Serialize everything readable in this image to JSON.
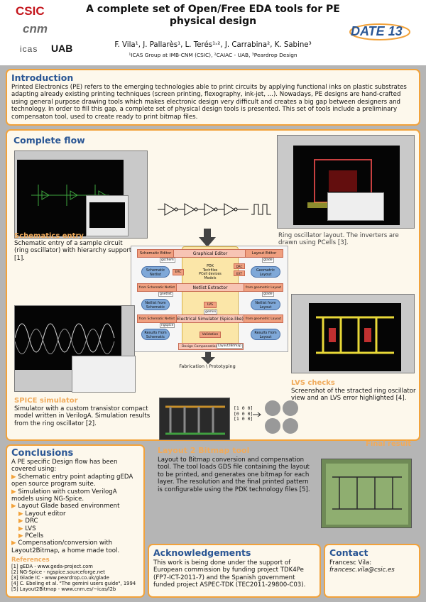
{
  "header": {
    "logos": [
      "CSIC",
      "cnm",
      "icas",
      "UAB",
      "DATE 13"
    ],
    "title_line1": "A complete set of Open/Free EDA tools for PE",
    "title_line2": "physical design",
    "authors": "F. Vila¹, J. Pallarès¹, L. Terés¹˒², J. Carrabina², K. Sabine³",
    "affiliations": "¹ICAS Group at IMB-CNM (CSIC), ²CAIAC - UAB, ³Peardrop Design"
  },
  "intro": {
    "title": "Introduction",
    "text": "Printed Electronics (PE) refers to the emerging technologies able to print circuits by applying functional inks on plastic substrates adapting already existing printing techniques (screen printing, flexography, ink-jet, ...). Nowadays, PE designs are hand-crafted using general purpose drawing tools which makes electronic design very difficult and creates a big gap between designers and technology. In order to fill this gap, a complete set of physical design tools is presented. This set of tools include a preliminary compensaton tool, used to create ready to print bitmap files."
  },
  "flow": {
    "title": "Complete flow",
    "schematics_title": "Schematics entry",
    "schematics_text": "Schematic entry of a sample circuit (ring oscillator) with hierarchy support [1].",
    "layout_text": "Ring oscillator layout. The inverters are drawn using PCells [3].",
    "spice_title": "SPICE simulator",
    "spice_text": "Simulator with a custom transistor compact model written in VerilogA. Simulation results from the ring oscillator [2].",
    "lvs_title": "LVS checks",
    "lvs_text": "Screenshot of the stracted ring oscillator view and an LVS error highlighted [4].",
    "l2b_title": "Layout 2 Bitmap tool",
    "l2b_text": "Layout to Bitmap conversion and compensation tool. The tool loads GDS file containing the layout to be printed, and generates one bitmap for each layer. The resolution and the final printed pattern is configurable using the PDK technology files [5].",
    "final_title": "Final result",
    "matrix": [
      "[1 0 0]",
      "[0 0 0]",
      "[1 0 0]"
    ]
  },
  "diagram": {
    "graphical_editor": "Graphical Editor",
    "schematic_editor": "Schematic Editor",
    "gschem": "gschem",
    "layout_editor": "Layout Editor",
    "glade": "glade",
    "schematic_netlist": "Schematic Netlist",
    "erc": "ERC",
    "pdk": "PDK\nTechfiles\nPCell devices\nModels",
    "drc": "DRC",
    "ext": "EXT",
    "geometric_layout": "Geometric Layout",
    "netlist_extractor": "Netlist Extractor",
    "from_schematic_netlist": "from Schematic Netlist",
    "gnetlist": "gnetlist",
    "from_geometric_layout": "from geometric Layout",
    "glade2": "glade",
    "netlist_from_schematic": "Netlist from Schematic",
    "lvs": "LVS",
    "gemini": "gemini",
    "netlist_from_layout": "Netlist from Layout",
    "electrical_simulator": "Electrical Simulator (Spice-like)",
    "ngspice": "ngspice",
    "results_from_schematic": "Results from Schematic",
    "validation": "Validation",
    "results_from_layout": "Results from Layout",
    "design_compensation": "Design Compensation",
    "layout2bitmap": "Layout2Bitmap",
    "fabrication": "Fabrication \\ Prototyping"
  },
  "conclusions": {
    "title": "Conclusions",
    "intro": "A PE specific Design flow has been covered using:",
    "items": [
      "Schematic entry point adapting gEDA open source program suite.",
      "Simulation with custom VerilogA models using NG-Spice.",
      "Layout Glade based environment"
    ],
    "subitems": [
      "Layout editor",
      "DRC",
      "LVS",
      "PCells"
    ],
    "last": "Compensation/conversion with Layout2Bitmap, a home made tool."
  },
  "references": {
    "title": "References",
    "items": [
      "[1] gEDA - www.geda-project.com",
      "[2] NG-Spice - ngspice.sourceforge.net",
      "[3] Glade IC - www.peardrop.co.uk/glade",
      "[4] C. Ebeling et al. \"The gemini users guide\", 1994",
      "[5] Layout2Bitmap - www.cnm.es/~icas/l2b"
    ]
  },
  "acknowledgements": {
    "title": "Acknowledgements",
    "text": "This work is being done under the support of European commission by funding project TDK4Pe (FP7-ICT-2011-7) and the Spanish government funded project ASPEC-TDK (TEC2011-29800-C03)."
  },
  "contact": {
    "title": "Contact",
    "name": "Francesc Vila:",
    "email": "francesc.vila@csic.es"
  },
  "colors": {
    "accent": "#f2a23a",
    "title_blue": "#2a5694",
    "panel_bg": "#fdf8ec",
    "sub_orange": "#f0ab5c"
  }
}
